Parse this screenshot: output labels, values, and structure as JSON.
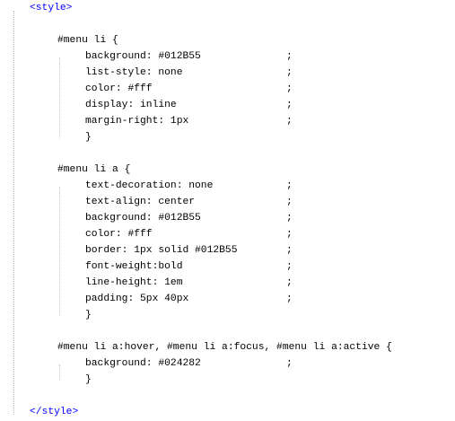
{
  "code": {
    "style_open": "<style>",
    "style_close": "</style>",
    "rule1": {
      "selector": "#menu li {",
      "decls": [
        "background: #012B55",
        "list-style: none",
        "color: #fff",
        "display: inline",
        "margin-right: 1px"
      ],
      "close": "}"
    },
    "rule2": {
      "selector": "#menu li a {",
      "decls": [
        "text-decoration: none",
        "text-align: center",
        "background: #012B55",
        "color: #fff",
        "border: 1px solid #012B55",
        "font-weight:bold",
        "line-height: 1em",
        "padding: 5px 40px"
      ],
      "close": "}"
    },
    "rule3": {
      "selector": "#menu li a:hover, #menu li a:focus, #menu li a:active {",
      "decls": [
        "background: #024282"
      ],
      "close": "}"
    },
    "semicolon": ";"
  },
  "colors": {
    "tag": "#0000ff",
    "text": "#000000",
    "background": "#ffffff"
  }
}
